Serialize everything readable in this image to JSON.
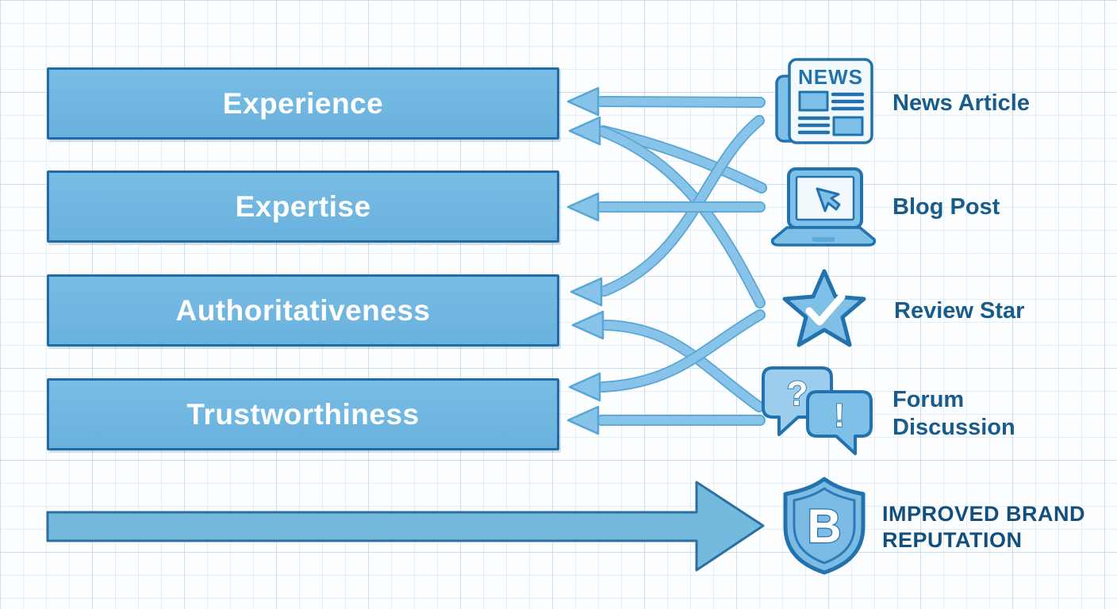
{
  "eeat_boxes": [
    {
      "id": "experience",
      "label": "Experience"
    },
    {
      "id": "expertise",
      "label": "Expertise"
    },
    {
      "id": "authoritativeness",
      "label": "Authoritativeness"
    },
    {
      "id": "trustworthiness",
      "label": "Trustworthiness"
    }
  ],
  "sources": [
    {
      "id": "news-article",
      "label": "News Article",
      "icon": "newspaper-icon",
      "icon_text": "NEWS"
    },
    {
      "id": "blog-post",
      "label": "Blog Post",
      "icon": "laptop-cursor-icon"
    },
    {
      "id": "review-star",
      "label": "Review Star",
      "icon": "star-check-icon"
    },
    {
      "id": "forum-discussion",
      "label": "Forum",
      "label_line2": "Discussion",
      "icon": "chat-bubbles-icon",
      "bubble_marks": {
        "question": "?",
        "exclamation": "!"
      }
    }
  ],
  "result": {
    "id": "improved-brand-reputation",
    "label_line1": "IMPROVED BRAND",
    "label_line2": "REPUTATION",
    "icon": "shield-icon",
    "shield_letter": "B"
  },
  "connections": [
    {
      "from": "news-article",
      "to": "experience",
      "style": "straight"
    },
    {
      "from": "news-article",
      "to": "authoritativeness",
      "style": "curved"
    },
    {
      "from": "blog-post",
      "to": "experience",
      "style": "curved"
    },
    {
      "from": "blog-post",
      "to": "expertise",
      "style": "straight"
    },
    {
      "from": "review-star",
      "to": "experience",
      "style": "curved"
    },
    {
      "from": "review-star",
      "to": "trustworthiness",
      "style": "curved"
    },
    {
      "from": "forum-discussion",
      "to": "authoritativeness",
      "style": "curved"
    },
    {
      "from": "forum-discussion",
      "to": "trustworthiness",
      "style": "straight"
    }
  ],
  "colors": {
    "box_fill": "#6fb6e2",
    "box_border": "#1f6da8",
    "box_text": "#ffffff",
    "arrow_fill": "#88c4ea",
    "arrow_edge": "#58a5d6",
    "icon_outline": "#2273ad",
    "icon_fill": "#7fc0e8",
    "label_text": "#185c8c",
    "result_text": "#134f7d",
    "background": "#fdfeff",
    "grid_line": "#cfe2ef"
  }
}
